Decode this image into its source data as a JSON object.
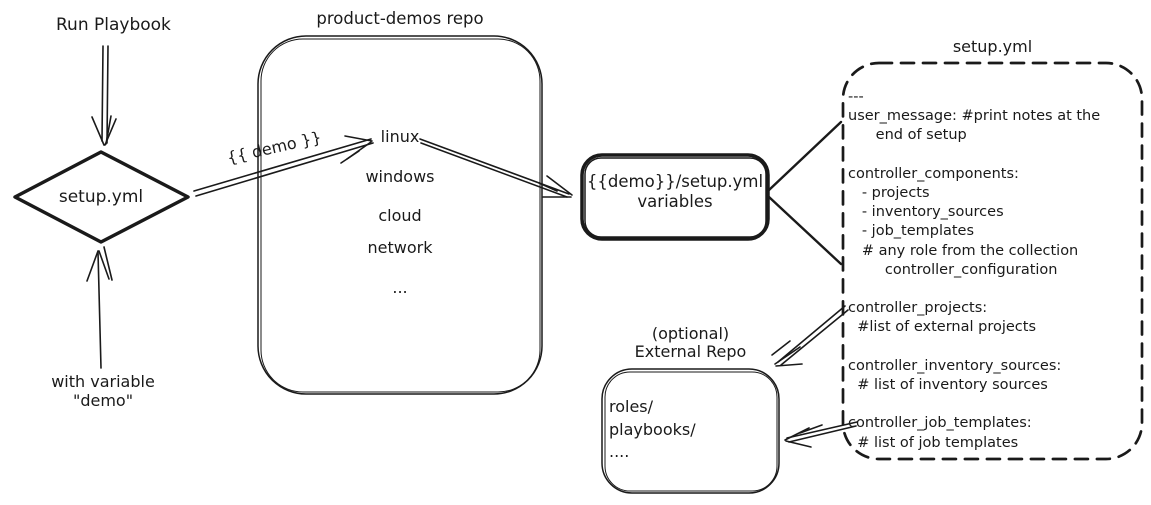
{
  "colors": {
    "ink": "#1a1a1a",
    "background": "#ffffff"
  },
  "flow": {
    "run_playbook_label": "Run Playbook",
    "with_variable_label": "with variable\n\"demo\"",
    "diamond_label": "setup.yml",
    "demo_arrow_label": "{{ demo }}"
  },
  "repo": {
    "title": "product-demos repo",
    "items": [
      "linux",
      "windows",
      "cloud",
      "network",
      "..."
    ]
  },
  "variables_box": {
    "label": "{{demo}}/setup.yml\nvariables"
  },
  "setup_file": {
    "title": "setup.yml",
    "content": "---\nuser_message: #print notes at the\n      end of setup\n\ncontroller_components:\n   - projects\n   - inventory_sources\n   - job_templates\n   # any role from the collection\n        controller_configuration\n\ncontroller_projects:\n  #list of external projects\n\ncontroller_inventory_sources:\n  # list of inventory sources\n\ncontroller_job_templates:\n  # list of job templates"
  },
  "external_repo": {
    "title": "(optional)\nExternal Repo",
    "content": "roles/\nplaybooks/\n...."
  }
}
